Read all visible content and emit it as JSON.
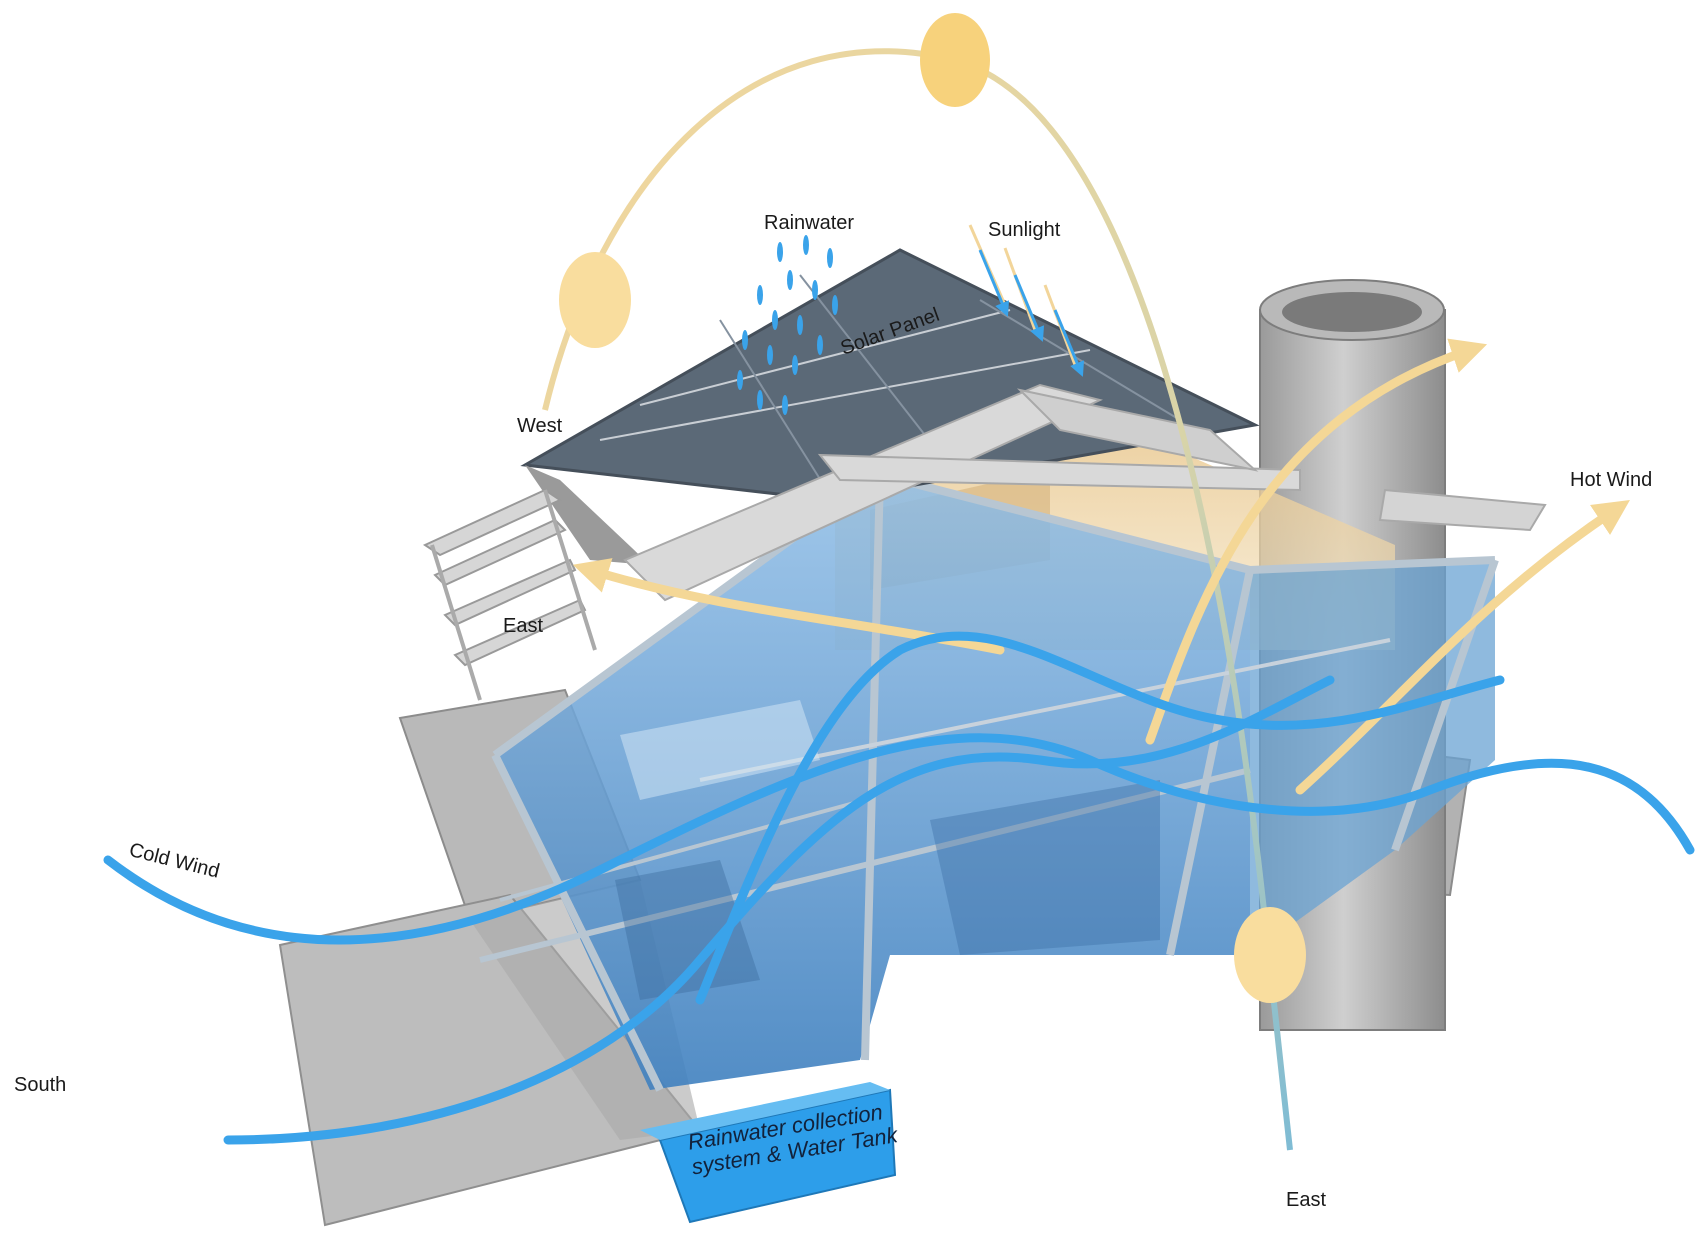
{
  "labels": {
    "rainwater": "Rainwater",
    "sunlight": "Sunlight",
    "solar_panel": "Solar Panel",
    "west": "West",
    "east_upper": "East",
    "hot_wind": "Hot Wind",
    "cold_wind": "Cold Wind",
    "south": "South",
    "east_lower": "East",
    "tank_line1": "Rainwater collection",
    "tank_line2": "system & Water Tank"
  },
  "colors": {
    "sun": "#f9dd9e",
    "sun_path": "#eccf94",
    "cold_wind": "#3aa3ea",
    "hot_wind": "#f4d796",
    "roof": "#5b6977",
    "concrete": "#b5b5b5",
    "glass": "#5f9bd0",
    "warm_interior": "#e7c893",
    "tank": "#2d9eea"
  }
}
